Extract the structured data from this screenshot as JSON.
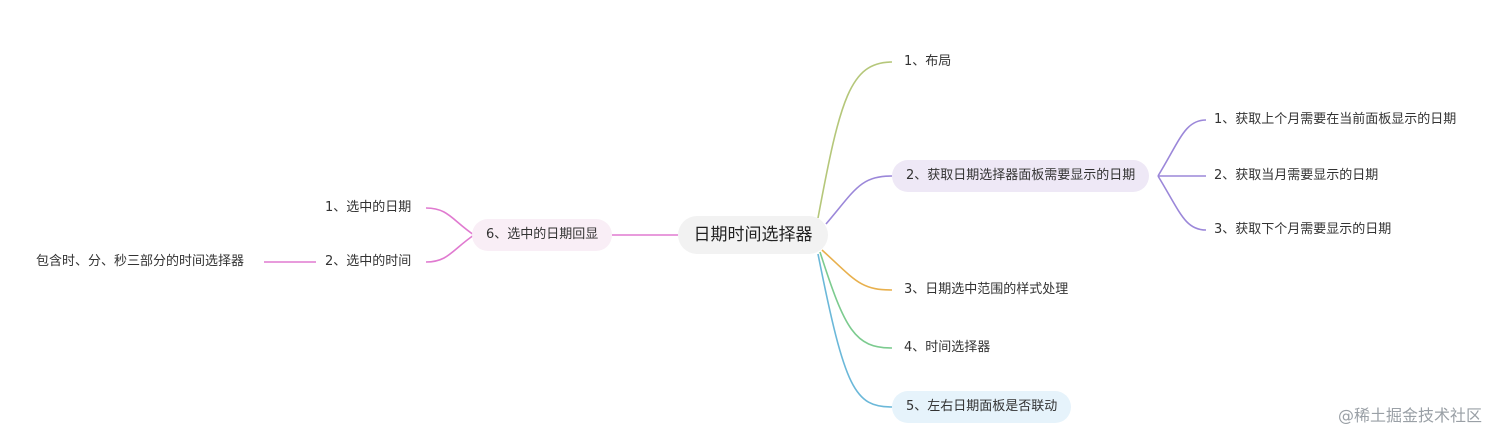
{
  "root": "日期时间选择器",
  "right": {
    "n1": "1、布局",
    "n2": "2、获取日期选择器面板需要显示的日期",
    "n2_children": [
      "1、获取上个月需要在当前面板显示的日期",
      "2、获取当月需要显示的日期",
      "3、获取下个月需要显示的日期"
    ],
    "n3": "3、日期选中范围的样式处理",
    "n4": "4、时间选择器",
    "n5": "5、左右日期面板是否联动"
  },
  "left": {
    "n6": "6、选中的日期回显",
    "n6_children": [
      "1、选中的日期",
      "2、选中的时间"
    ],
    "n6_2_child": "包含时、分、秒三部分的时间选择器"
  },
  "branch_colors": {
    "n1": "#b5c77a",
    "n2": "#9b87d9",
    "n3": "#e8b04d",
    "n4": "#7ccb8f",
    "n5": "#6bb8d9",
    "n6": "#e07ad0"
  },
  "watermark": "@稀土掘金技术社区"
}
